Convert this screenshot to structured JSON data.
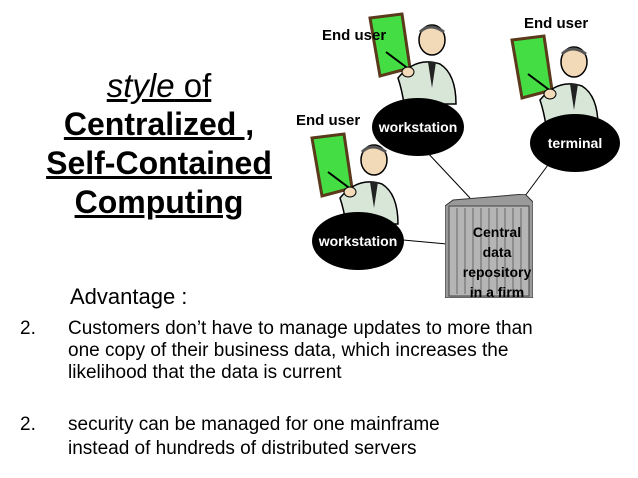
{
  "title": {
    "style_word": "style",
    "of_word": " of",
    "line2": "Centralized ,",
    "line3": "Self-Contained",
    "line4": "Computing"
  },
  "diagram": {
    "end_user_labels": [
      "End user",
      "End user",
      "End user"
    ],
    "nodes": {
      "workstation_top": "workstation",
      "terminal": "terminal",
      "workstation_bottom": "workstation"
    },
    "central_lines": [
      "Central",
      "data",
      "repository",
      "in a firm"
    ],
    "colors": {
      "screen_green": "#44dd44",
      "oval_fill": "#000000",
      "mainframe": "#aaaaaa"
    }
  },
  "advantage": {
    "heading": "Advantage :",
    "items": [
      {
        "number": "2.",
        "lines": [
          "Customers don’t have to manage updates to more than",
          "one copy of their business data, which increases the",
          "likelihood that the data is current"
        ]
      },
      {
        "number": "2.",
        "lines": [
          "security can be managed for one mainframe",
          "instead of hundreds of distributed servers"
        ]
      }
    ]
  }
}
